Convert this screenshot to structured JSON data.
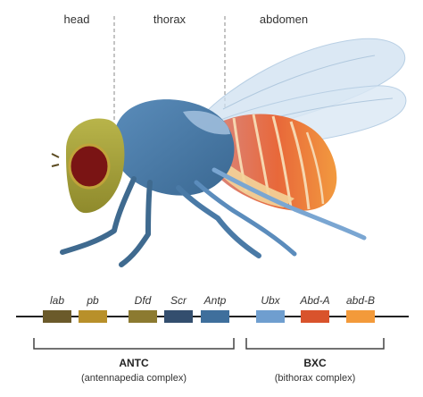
{
  "regions": {
    "head": "head",
    "thorax": "thorax",
    "abdomen": "abdomen"
  },
  "genes": [
    {
      "label": "lab",
      "color": "#6b5a2a"
    },
    {
      "label": "pb",
      "color": "#b8902a"
    },
    {
      "label": "Dfd",
      "color": "#8c7a30"
    },
    {
      "label": "Scr",
      "color": "#334e6e"
    },
    {
      "label": "Antp",
      "color": "#3f6f9c"
    },
    {
      "label": "Ubx",
      "color": "#6f9ecf"
    },
    {
      "label": "Abd-A",
      "color": "#d9532c"
    },
    {
      "label": "abd-B",
      "color": "#f39a3a"
    }
  ],
  "complexes": {
    "antc": {
      "name": "ANTC",
      "description": "(antennapedia complex)"
    },
    "bxc": {
      "name": "BXC",
      "description": "(bithorax complex)"
    }
  },
  "colors": {
    "head": "#a7a33c",
    "eye": "#7a1414",
    "thorax": "#4a7aa6",
    "abdomen_front": "#e07a6a",
    "abdomen_back": "#f08a3a",
    "wing": "#c8dcee",
    "legs": "#3f6a8f"
  }
}
